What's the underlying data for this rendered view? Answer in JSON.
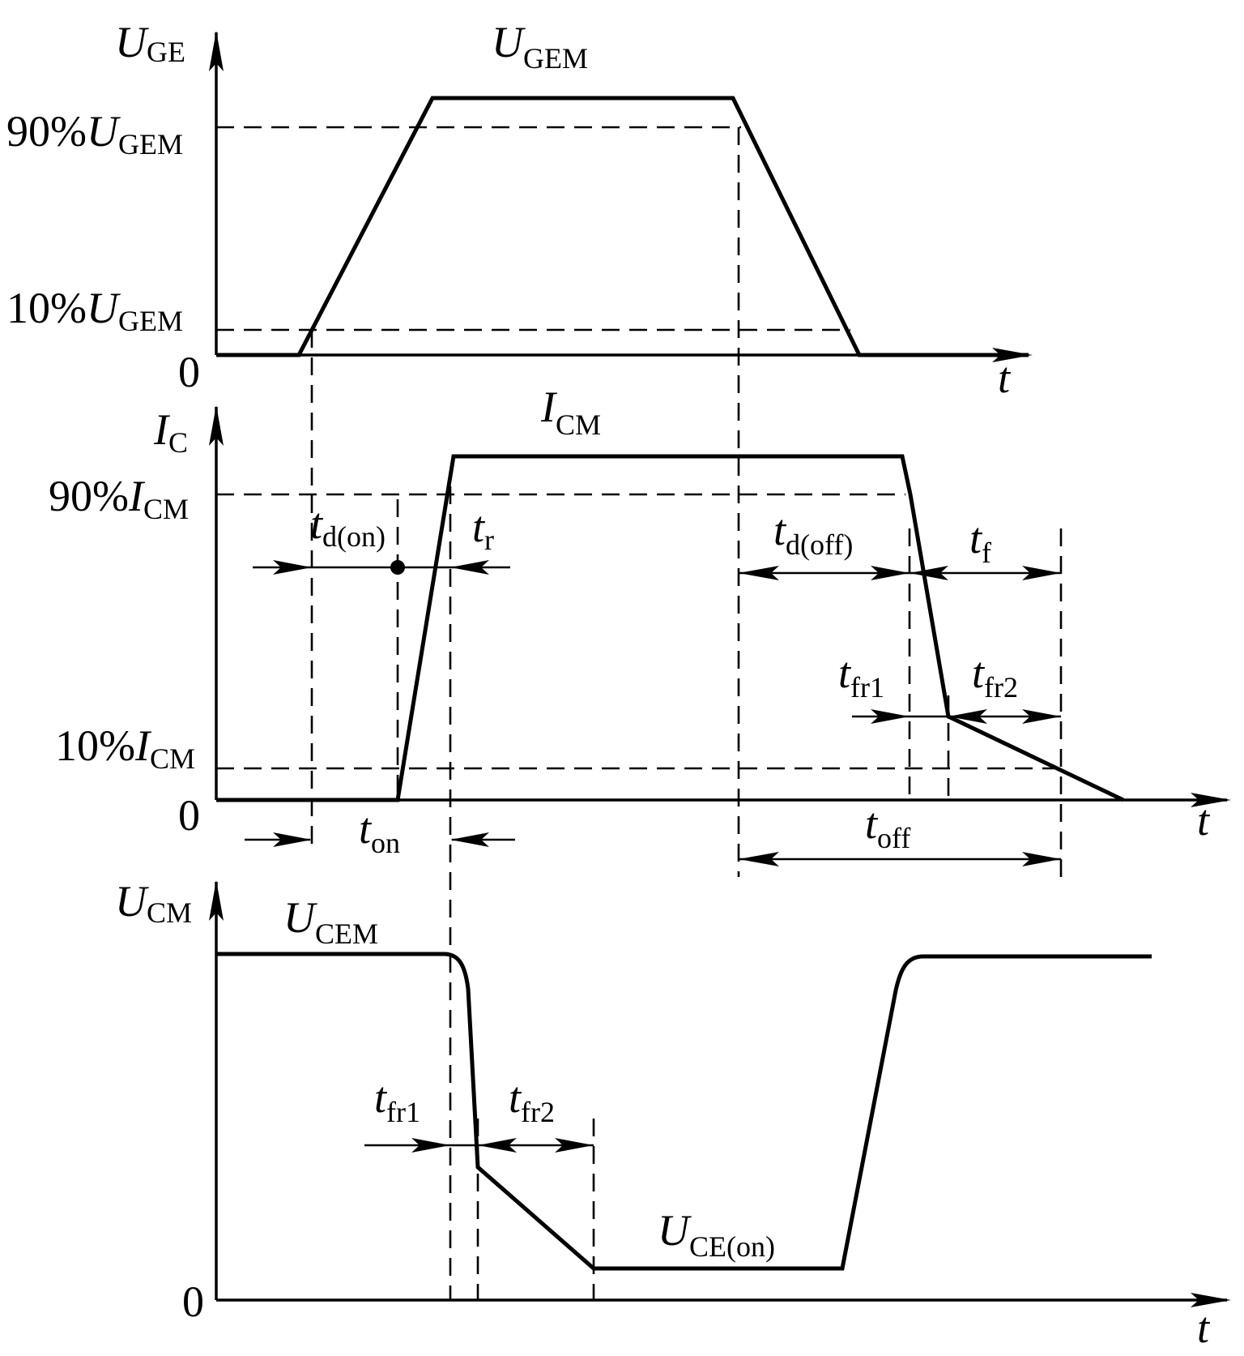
{
  "panels": {
    "uge": {
      "axis_main": "U",
      "axis_sub": "GE",
      "peak_main": "U",
      "peak_sub": "GEM",
      "level90_prefix": "90%",
      "level90_main": "U",
      "level90_sub": "GEM",
      "level10_prefix": "10%",
      "level10_main": "U",
      "level10_sub": "GEM",
      "zero": "0",
      "t": "t"
    },
    "ic": {
      "axis_main": "I",
      "axis_sub": "C",
      "peak_main": "I",
      "peak_sub": "CM",
      "level90_prefix": "90%",
      "level90_main": "I",
      "level90_sub": "CM",
      "level10_prefix": "10%",
      "level10_main": "I",
      "level10_sub": "CM",
      "zero": "0",
      "t": "t"
    },
    "ucm": {
      "axis_main": "U",
      "axis_sub": "CM",
      "high_main": "U",
      "high_sub": "CEM",
      "low_main": "U",
      "low_sub": "CE(on)",
      "zero": "0",
      "t": "t"
    }
  },
  "intervals": {
    "td_on": {
      "main": "t",
      "sub": "d(on)"
    },
    "tr": {
      "main": "t",
      "sub": "r"
    },
    "td_off": {
      "main": "t",
      "sub": "d(off)"
    },
    "tf": {
      "main": "t",
      "sub": "f"
    },
    "tfr1_ic": {
      "main": "t",
      "sub": "fr1"
    },
    "tfr2_ic": {
      "main": "t",
      "sub": "fr2"
    },
    "ton": {
      "main": "t",
      "sub": "on"
    },
    "toff": {
      "main": "t",
      "sub": "off"
    },
    "tfr1_u": {
      "main": "t",
      "sub": "fr1"
    },
    "tfr2_u": {
      "main": "t",
      "sub": "fr2"
    }
  }
}
